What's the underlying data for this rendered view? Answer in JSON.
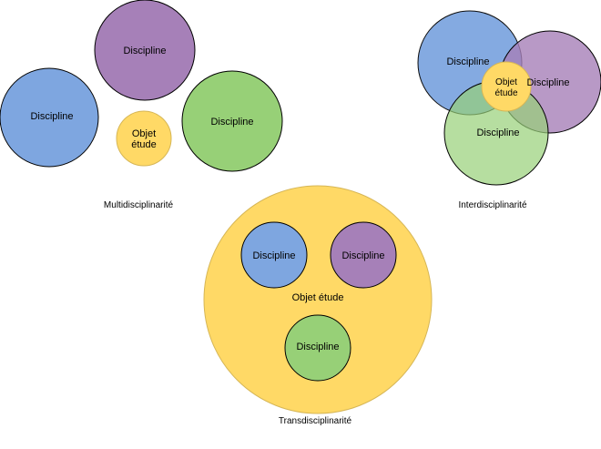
{
  "colors": {
    "blue": "#7ea6e0",
    "purple": "#a680b8",
    "green": "#97d077",
    "yellow": "#ffd966",
    "yellow_stroke": "#d6b656",
    "outline": "#000000",
    "background": "#ffffff"
  },
  "multidisciplinarite": {
    "caption": "Multidisciplinarité",
    "discipline_top": "Discipline",
    "discipline_left": "Discipline",
    "discipline_right": "Discipline",
    "objet_line1": "Objet",
    "objet_line2": "étude"
  },
  "interdisciplinarite": {
    "caption": "Interdisciplinarité",
    "discipline_blue": "Discipline",
    "discipline_purple": "Discipline",
    "discipline_green": "Discipline",
    "objet_line1": "Objet",
    "objet_line2": "étude"
  },
  "transdisciplinarite": {
    "caption": "Transdisciplinarité",
    "discipline_blue": "Discipline",
    "discipline_purple": "Discipline",
    "discipline_green": "Discipline",
    "objet": "Objet étude"
  }
}
